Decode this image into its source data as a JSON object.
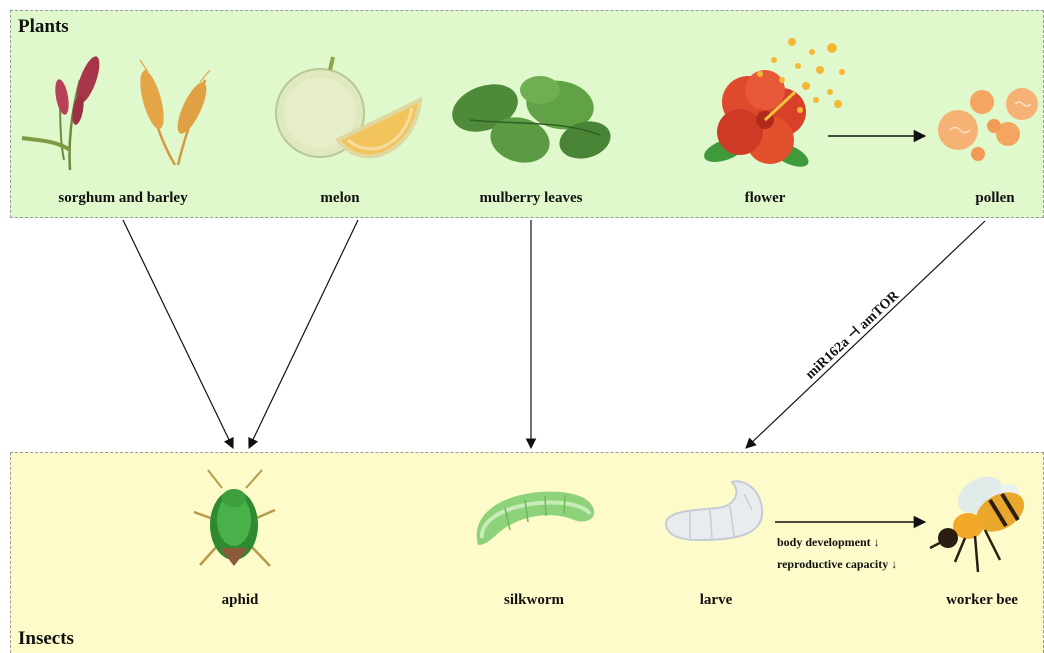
{
  "colors": {
    "plants_panel_fill": "#dff8cc",
    "insects_panel_fill": "#fdfbca",
    "arrow": "#111111"
  },
  "panels": {
    "plants_title": "Plants",
    "insects_title": "Insects"
  },
  "plants": [
    {
      "id": "sorghum-and-barley",
      "label": "sorghum and barley",
      "icon": "sorghum-barley-icon"
    },
    {
      "id": "melon",
      "label": "melon",
      "icon": "melon-icon"
    },
    {
      "id": "mulberry-leaves",
      "label": "mulberry leaves",
      "icon": "mulberry-leaves-icon"
    },
    {
      "id": "flower",
      "label": "flower",
      "icon": "hibiscus-flower-icon"
    },
    {
      "id": "pollen",
      "label": "pollen",
      "icon": "pollen-grains-icon"
    }
  ],
  "insects": [
    {
      "id": "aphid",
      "label": "aphid",
      "icon": "aphid-icon"
    },
    {
      "id": "silkworm",
      "label": "silkworm",
      "icon": "silkworm-icon"
    },
    {
      "id": "larve",
      "label": "larve",
      "icon": "larva-icon"
    },
    {
      "id": "worker-bee",
      "label": "worker bee",
      "icon": "worker-bee-icon"
    }
  ],
  "edges": [
    {
      "from": "sorghum-and-barley",
      "to": "aphid"
    },
    {
      "from": "melon",
      "to": "aphid"
    },
    {
      "from": "mulberry-leaves",
      "to": "silkworm"
    },
    {
      "from": "flower",
      "to": "pollen"
    },
    {
      "from": "pollen",
      "to": "larve",
      "label": "miR162a ⊣ amTOR"
    },
    {
      "from": "larve",
      "to": "worker-bee"
    }
  ],
  "effects": {
    "body_development": "body development ↓",
    "reproductive_capacity": "reproductive capacity ↓"
  }
}
